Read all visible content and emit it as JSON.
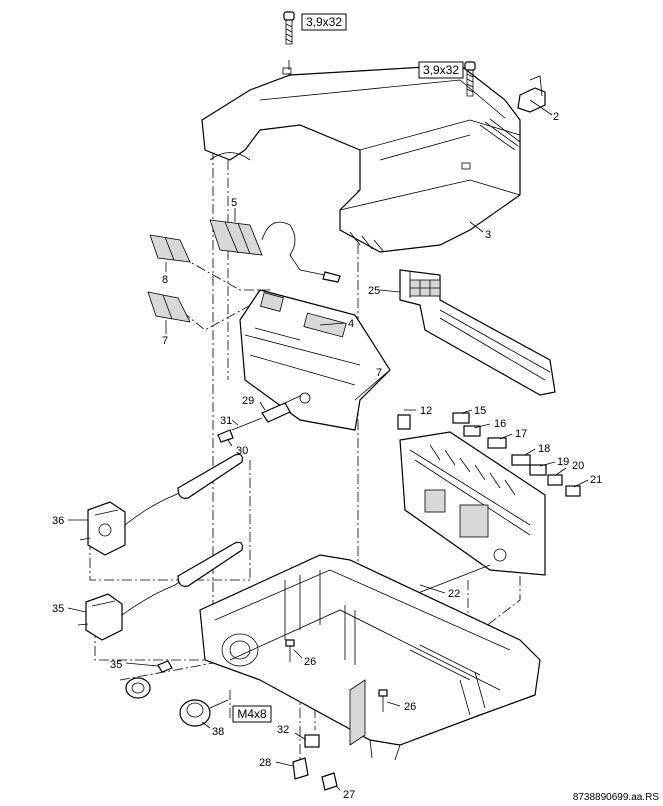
{
  "screws": {
    "top": "3,9x32",
    "right": "3,9x32",
    "bottom": "M4x8"
  },
  "labels": {
    "p2": "2",
    "p3": "3",
    "p4": "4",
    "p5": "5",
    "p7a": "7",
    "p7b": "7",
    "p8": "8",
    "p12": "12",
    "p15": "15",
    "p16": "16",
    "p17": "17",
    "p18": "18",
    "p19": "19",
    "p20": "20",
    "p21": "21",
    "p22": "22",
    "p25": "25",
    "p26a": "26",
    "p26b": "26",
    "p27": "27",
    "p28": "28",
    "p29": "29",
    "p30": "30",
    "p31": "31",
    "p32": "32",
    "p35a": "35",
    "p35b": "35",
    "p36": "36",
    "p38": "38"
  },
  "drawing_code": "8738890699.aa.RS"
}
